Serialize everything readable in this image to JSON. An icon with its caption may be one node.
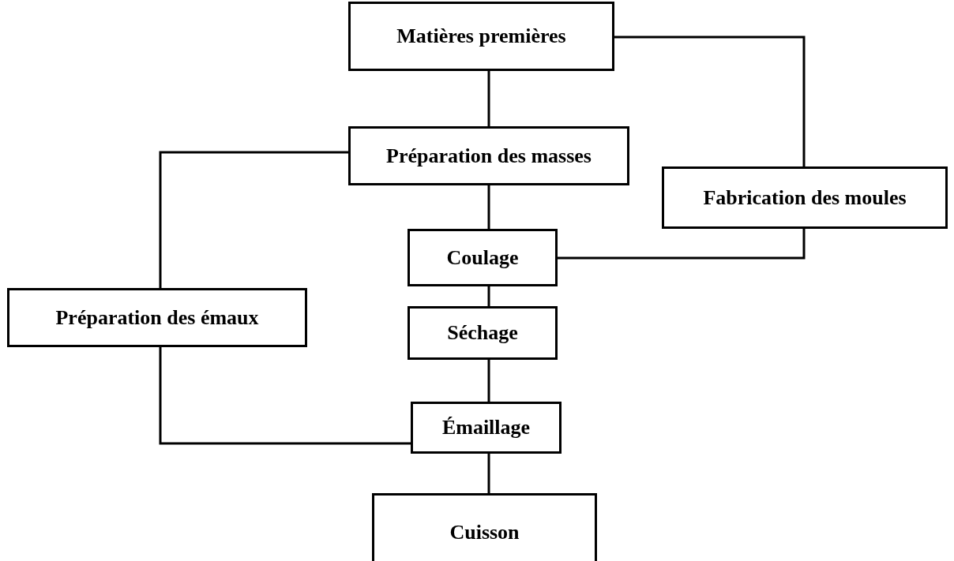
{
  "diagram": {
    "nodes": [
      {
        "text": [
          "Matières premières"
        ]
      },
      {
        "text": [
          "Préparation des masses"
        ]
      },
      {
        "text": [
          "Fabrication des moules"
        ]
      },
      {
        "text": [
          "Coulage"
        ]
      },
      {
        "text": [
          "Préparation des émaux"
        ]
      },
      {
        "text": [
          "Séchage"
        ]
      },
      {
        "text": [
          "Émaillage"
        ]
      },
      {
        "text": [
          "Cuisson"
        ]
      }
    ],
    "edges": [
      {
        "from": 0,
        "to": 1,
        "arrow": "none"
      },
      {
        "from": 0,
        "to": 2,
        "arrow": "none"
      },
      {
        "from": 1,
        "to": 4,
        "arrow": "none"
      },
      {
        "from": 1,
        "to": 3,
        "arrow": "none"
      },
      {
        "from": 2,
        "to": 3,
        "arrow": "none"
      },
      {
        "from": 3,
        "to": 5,
        "arrow": "none"
      },
      {
        "from": 5,
        "to": 6,
        "arrow": "none"
      },
      {
        "from": 4,
        "to": 6,
        "arrow": "none"
      },
      {
        "from": 6,
        "to": 7,
        "arrow": "none"
      }
    ]
  }
}
